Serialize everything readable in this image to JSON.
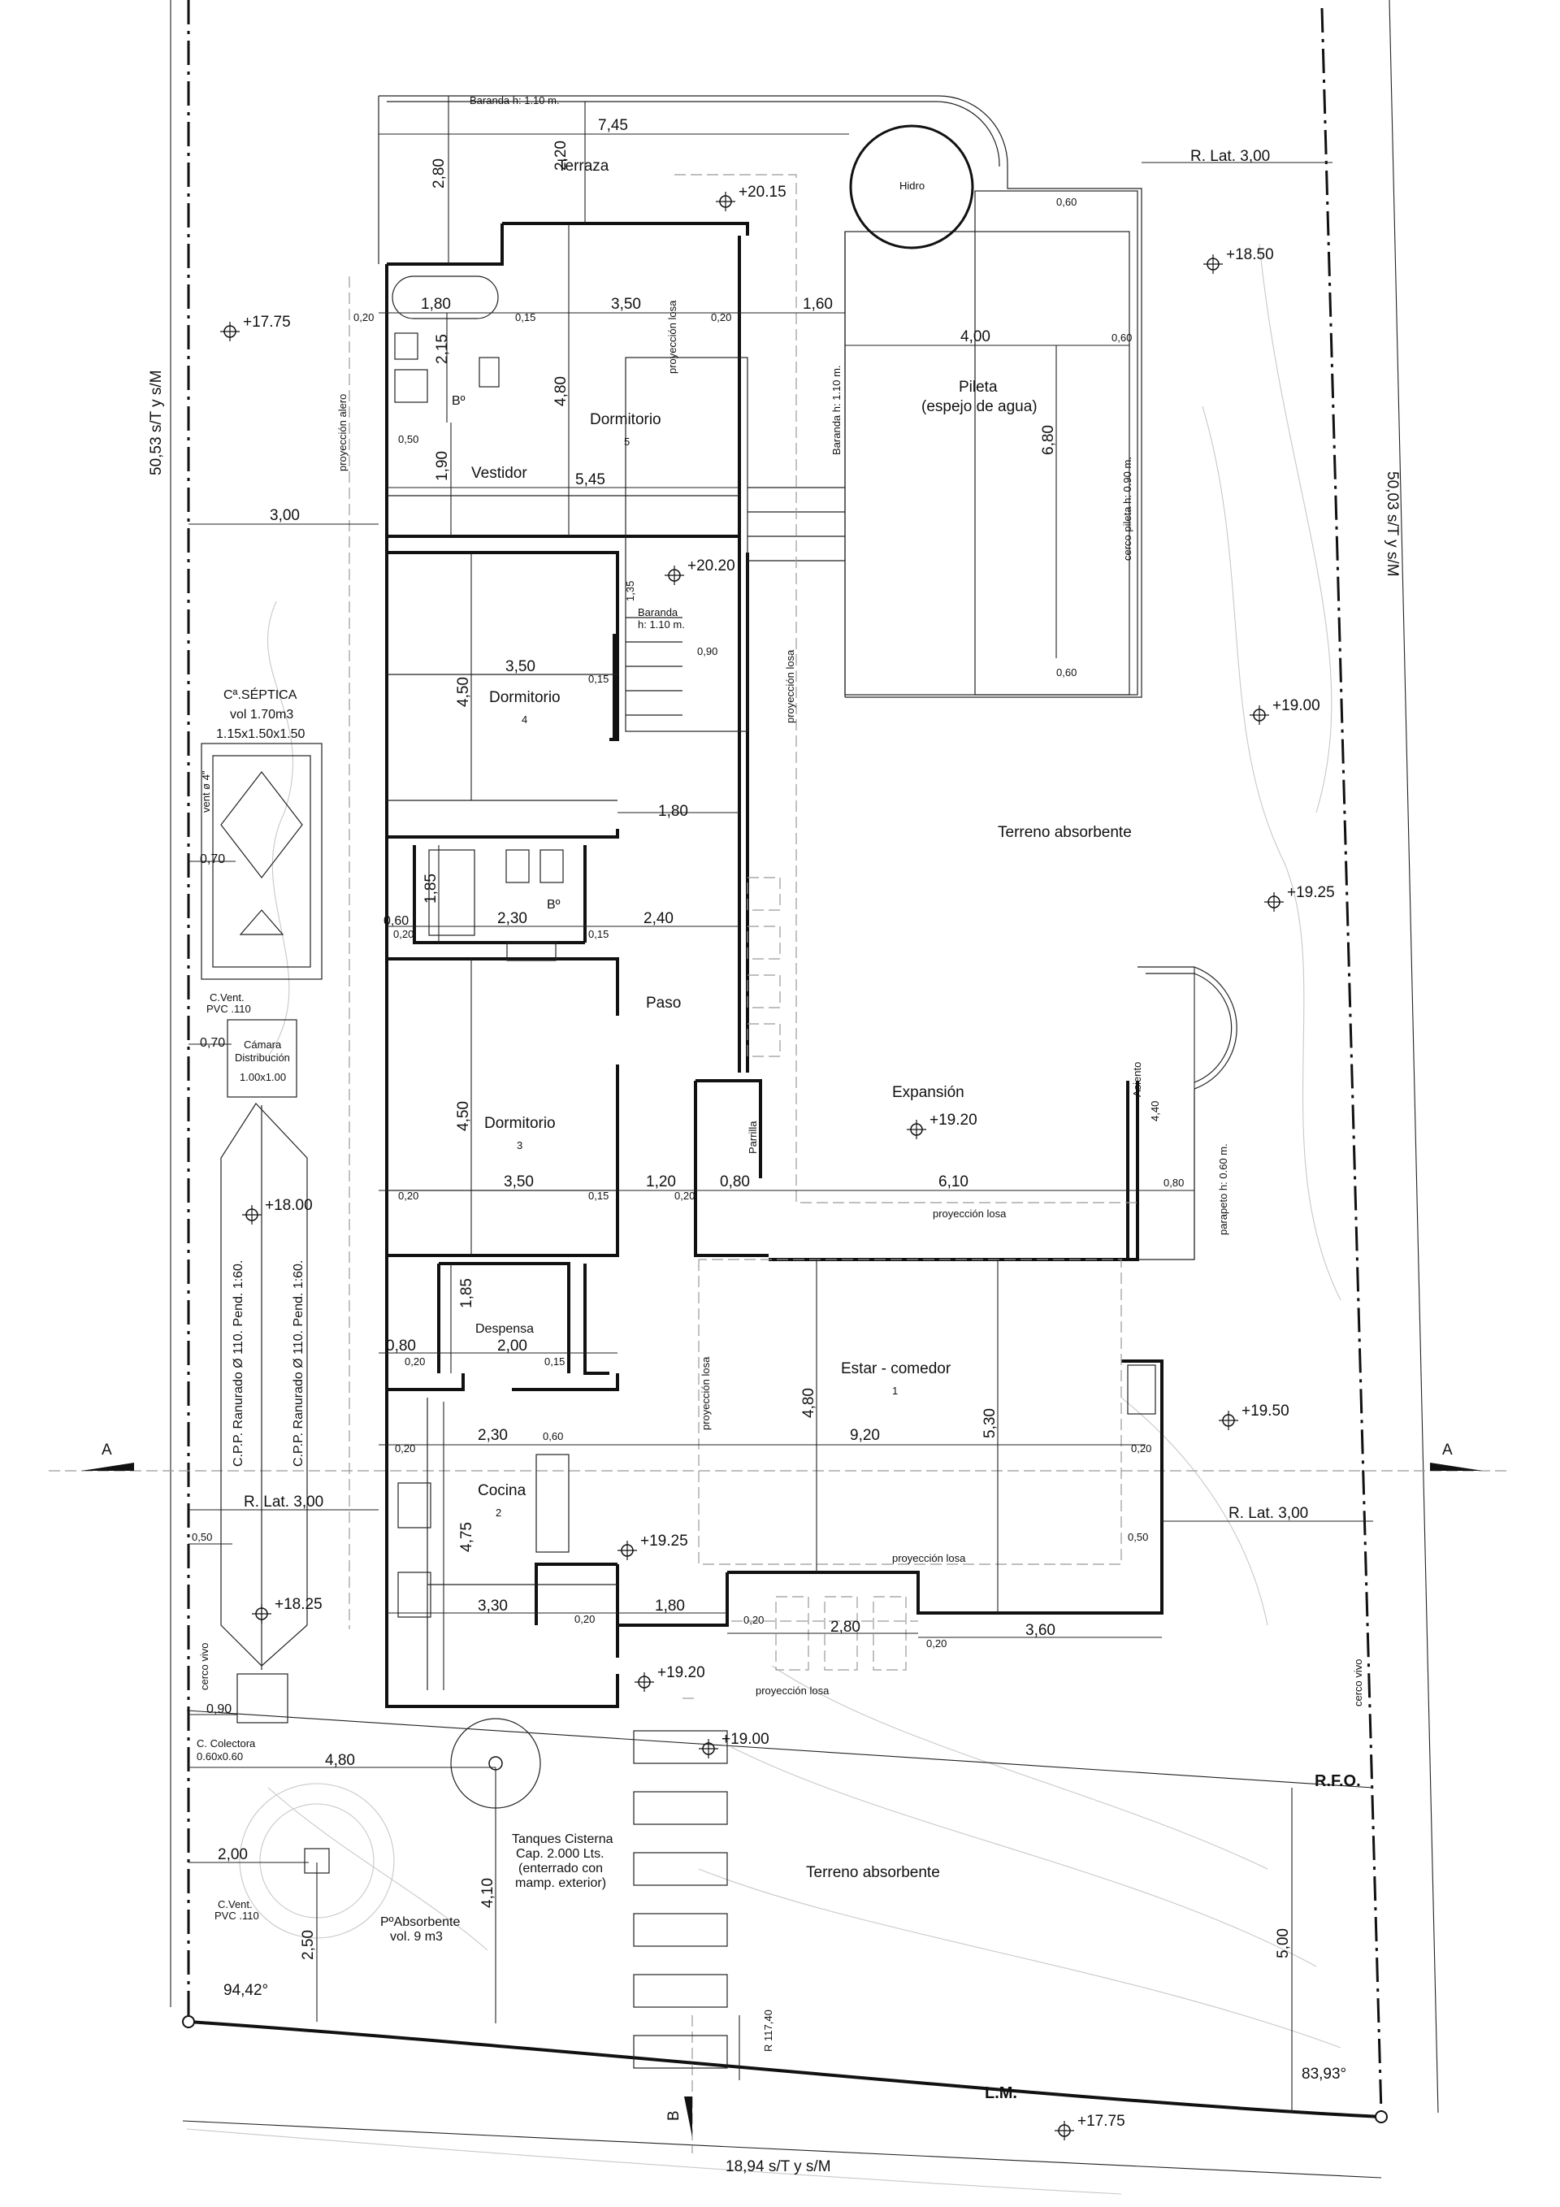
{
  "plot": {
    "left_side": "50,53 s/T y s/M",
    "right_side": "50,03 s/T y s/M",
    "front_side": "18,94 s/T y s/M",
    "frontline": "L.M.",
    "rfo": "R.F.O.",
    "angle_left": "94,42°",
    "angle_right": "83,93°",
    "radius": "R 117,40",
    "section_a": "A",
    "section_b": "B",
    "hedge": "cerco vivo"
  },
  "rooms": {
    "terraza": "Terraza",
    "baranda_top": "Baranda h: 1.10 m.",
    "hidro": "Hidro",
    "pileta_1": "Pileta",
    "pileta_2": "(espejo de agua)",
    "pileta_baranda": "Baranda h: 1.10 m.",
    "cerco_pileta": "cerco pileta h: 0.90 m.",
    "dormitorio5": "Dormitorio",
    "dormitorio5_n": "5",
    "vestidor": "Vestidor",
    "bano_top": "Bº",
    "dormitorio4": "Dormitorio",
    "dormitorio4_n": "4",
    "baranda_stair_1": "Baranda",
    "baranda_stair_2": "h: 1.10 m.",
    "bano_mid": "Bº",
    "paso": "Paso",
    "dormitorio3": "Dormitorio",
    "dormitorio3_n": "3",
    "despensa": "Despensa",
    "cocina": "Cocina",
    "cocina_n": "2",
    "estar": "Estar - comedor",
    "estar_n": "1",
    "expansion": "Expansión",
    "parrilla": "Parrilla",
    "asiento": "Asiento",
    "parapeto": "parapeto h: 0.60 m.",
    "terreno_1": "Terreno absorbente",
    "terreno_2": "Terreno absorbente",
    "proy_alero": "proyección alero",
    "proy_losa": "proyección losa"
  },
  "services": {
    "septica_1": "Cª.SÉPTICA",
    "septica_2": "vol 1.70m3",
    "septica_3": "1.15x1.50x1.50",
    "vent": "vent ø 4\"",
    "cvent_1": "C.Vent.",
    "cvent_2": "PVC .110",
    "camara_1": "Cámara",
    "camara_2": "Distribución",
    "camara_3": "1.00x1.00",
    "cpp": "C.P.P. Ranurado Ø 110. Pend. 1:60.",
    "colectora_1": "C. Colectora",
    "colectora_2": "0.60x0.60",
    "tanques_1": "Tanques Cisterna",
    "tanques_2": "Cap. 2.000 Lts.",
    "tanques_3": "(enterrado con",
    "tanques_4": "mamp. exterior)",
    "pozo_1": "PºAbsorbente",
    "pozo_2": "vol. 9 m3"
  },
  "levels": {
    "l1": "+20.15",
    "l2": "+18.50",
    "l3": "+17.75",
    "l4": "+20.20",
    "l5": "+19.00",
    "l6": "+19.25",
    "l7": "+19.20",
    "l8": "+18.00",
    "l9": "+19.50",
    "l10": "+19.25",
    "l11": "+18.25",
    "l12": "+19.20",
    "l13": "+19.00",
    "l14": "+17.75"
  },
  "dims": {
    "d745": "7,45",
    "d280": "2,80",
    "d220": "2,20",
    "rlat_top": "R. Lat. 3,00",
    "d180a": "1,80",
    "d350a": "3,50",
    "d160": "1,60",
    "d400": "4,00",
    "d060a": "0,60",
    "d215": "2,15",
    "d480a": "4,80",
    "d680": "6,80",
    "d190": "1,90",
    "d545": "5,45",
    "d300": "3,00",
    "d350b": "3,50",
    "d450a": "4,50",
    "d180b": "1,80",
    "d070a": "0,70",
    "d185a": "1,85",
    "d060b": "0,60",
    "d230a": "2,30",
    "d240": "2,40",
    "d070b": "0,70",
    "d450b": "4,50",
    "d350c": "3,50",
    "d120": "1,20",
    "d080a": "0,80",
    "d610": "6,10",
    "d080b": "0,80",
    "d440": "4,40",
    "d185b": "1,85",
    "d080c": "0,80",
    "d200a": "2,00",
    "d230b": "2,30",
    "d060c": "0,60",
    "d920": "9,20",
    "d480b": "4,80",
    "d530": "5,30",
    "rlat_left": "R. Lat. 3,00",
    "rlat_right": "R. Lat. 3,00",
    "d050a": "0,50",
    "d475": "4,75",
    "d330": "3,30",
    "d180c": "1,80",
    "d280b": "2,80",
    "d360": "3,60",
    "d090": "0,90",
    "d480c": "4,80",
    "d200b": "2,00",
    "d250": "2,50",
    "d410": "4,10",
    "d500": "5,00",
    "d090b": "0,90"
  },
  "small_dims": {
    "s020": "0,20",
    "s015": "0,15",
    "s050": "0,50",
    "s060": "0,60",
    "s080": "0,80",
    "s135": "1,35"
  }
}
